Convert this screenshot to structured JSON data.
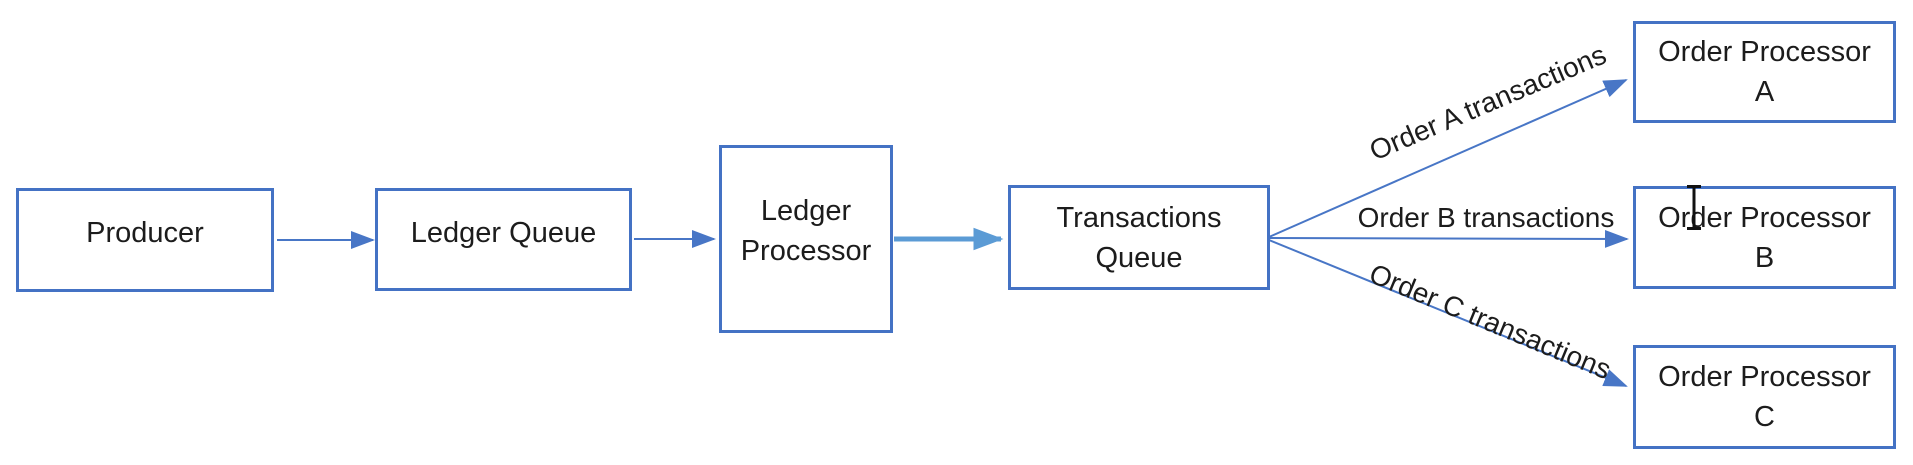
{
  "nodes": {
    "producer": {
      "label": "Producer"
    },
    "ledger_queue": {
      "label": "Ledger Queue"
    },
    "ledger_processor": {
      "line1": "Ledger",
      "line2": "Processor"
    },
    "transactions_queue": {
      "line1": "Transactions",
      "line2": "Queue"
    },
    "order_processor_a": {
      "line1": "Order Processor",
      "line2": "A"
    },
    "order_processor_b": {
      "line1": "Order Processor",
      "line2": "B"
    },
    "order_processor_c": {
      "line1": "Order Processor",
      "line2": "C"
    }
  },
  "edge_labels": {
    "order_a": "Order A transactions",
    "order_b": "Order B transactions",
    "order_c": "Order C transactions"
  },
  "colors": {
    "box_border": "#4472C4",
    "arrow": "#4876C6",
    "thick_arrow": "#5B9BD5",
    "text": "#1c1c1c",
    "background": "#ffffff",
    "cursor": "#111111"
  },
  "cursor": {
    "type": "i-beam"
  }
}
